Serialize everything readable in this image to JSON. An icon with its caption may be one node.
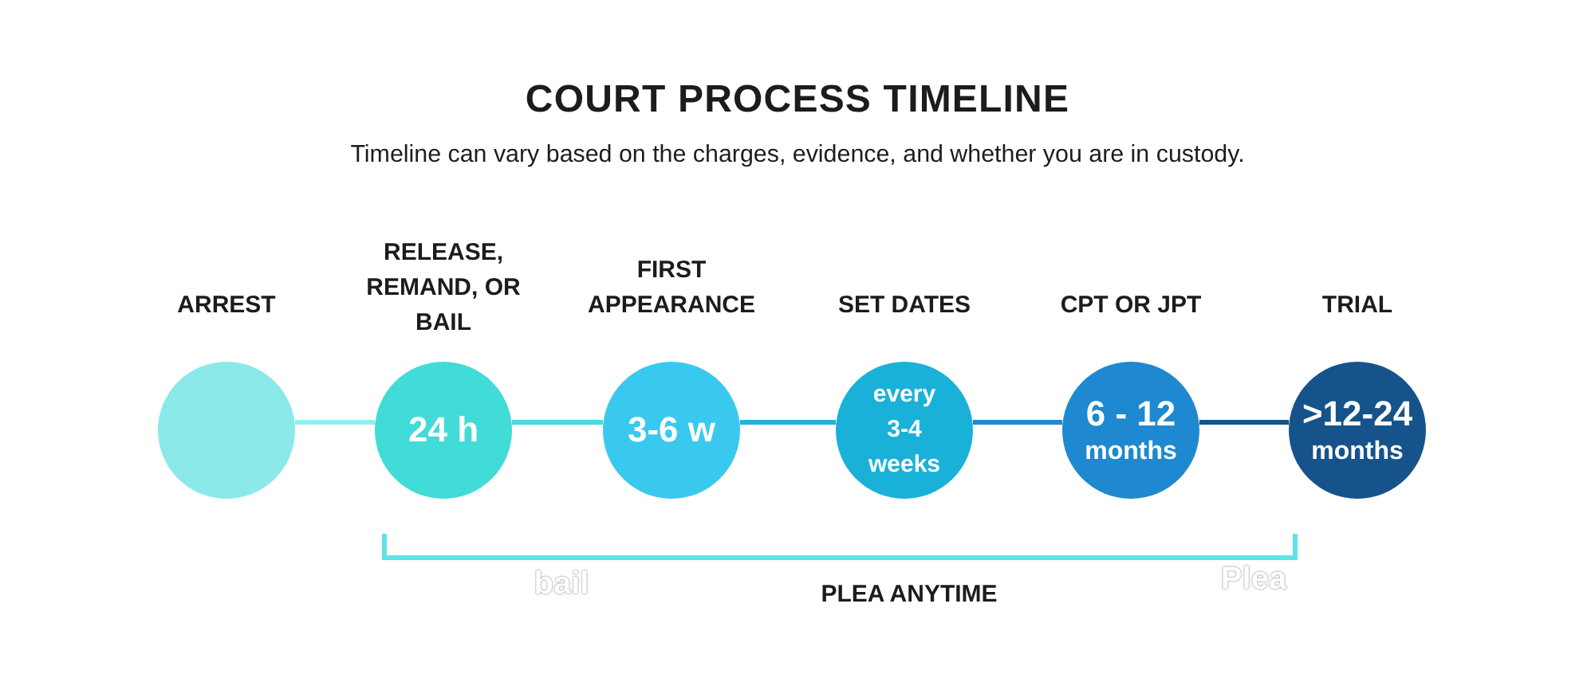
{
  "diagram": {
    "title": "COURT PROCESS TIMELINE",
    "nodes": [
      {
        "text": [
          "ARREST"
        ]
      },
      {
        "text": [
          "RELEASE, REMAND, OR BAIL",
          "24 h"
        ]
      },
      {
        "text": [
          "FIRST APPEARANCE",
          "3-6 w"
        ]
      },
      {
        "text": [
          "SET DATES",
          "every 3-4 weeks"
        ]
      },
      {
        "text": [
          "CPT OR JPT",
          "6 - 12",
          "months"
        ]
      },
      {
        "text": [
          "TRIAL",
          ">12-24",
          "months"
        ]
      }
    ],
    "edges": [
      {
        "from": 0,
        "to": 1,
        "arrow": "none",
        "color": "#8eefef"
      },
      {
        "from": 1,
        "to": 2,
        "arrow": "none",
        "color": "#45dcdc"
      },
      {
        "from": 2,
        "to": 3,
        "arrow": "none",
        "color": "#1fb2da"
      },
      {
        "from": 3,
        "to": 4,
        "arrow": "none",
        "color": "#1e8ad0"
      },
      {
        "from": 4,
        "to": 5,
        "arrow": "none",
        "color": "#17538b"
      }
    ],
    "labels": [
      "Timeline can vary based on the charges, evidence, and whether you are in custody.",
      "bail",
      "Plea",
      "PLEA ANYTIME"
    ]
  }
}
